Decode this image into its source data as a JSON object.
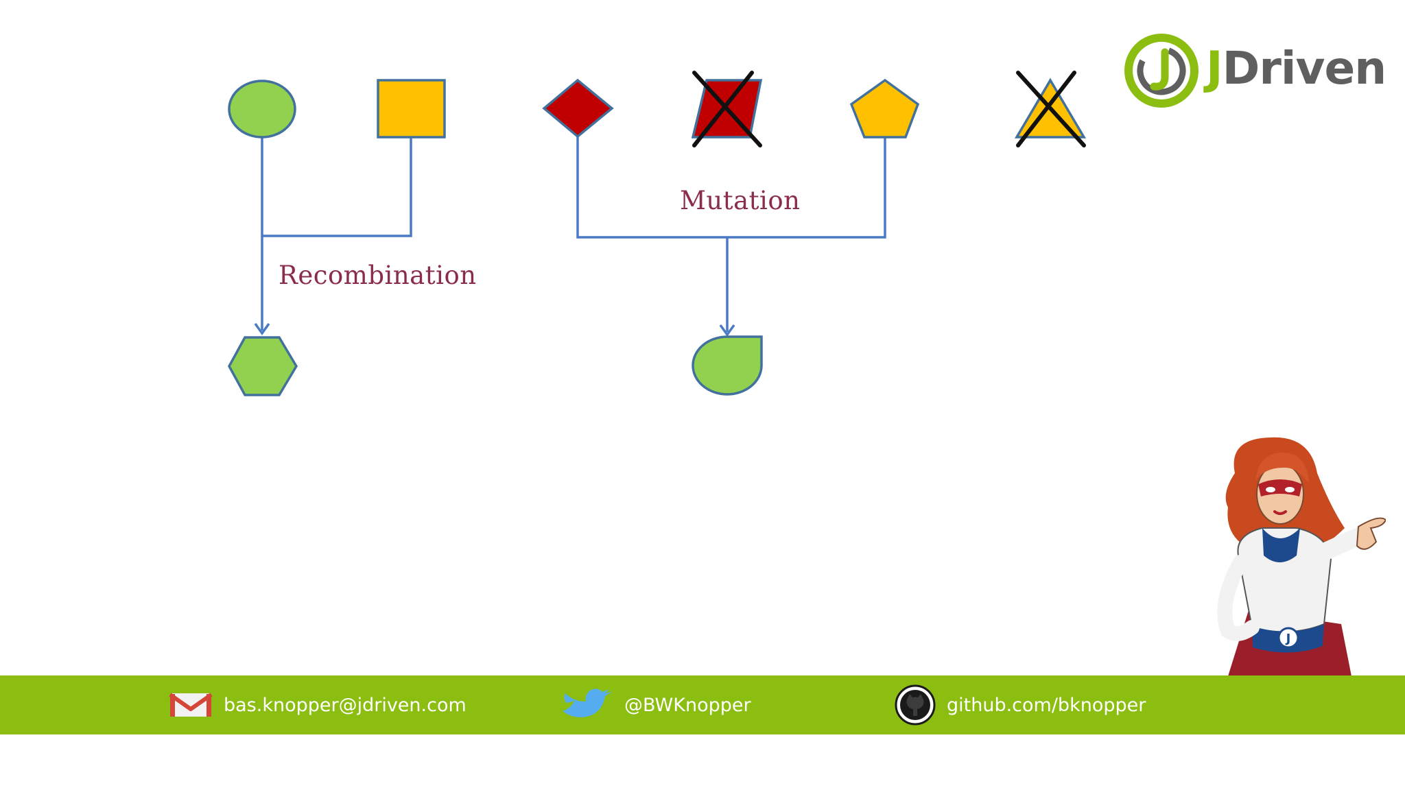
{
  "slide": {
    "labels": {
      "recombination": "Recombination",
      "mutation": "Mutation"
    },
    "shapes": {
      "parent_a": {
        "shape": "circle",
        "color": "#92d050"
      },
      "parent_b": {
        "shape": "square",
        "color": "#ffc000"
      },
      "child_recombination": {
        "shape": "hexagon",
        "color": "#92d050"
      },
      "parent_c": {
        "shape": "diamond",
        "color": "#c00000"
      },
      "discarded_parallelogram": {
        "shape": "parallelogram",
        "color": "#c00000",
        "crossed_out": true
      },
      "parent_d": {
        "shape": "pentagon",
        "color": "#ffc000"
      },
      "discarded_triangle": {
        "shape": "triangle",
        "color": "#ffc000",
        "crossed_out": true
      },
      "child_mutation": {
        "shape": "teardrop",
        "color": "#92d050"
      }
    },
    "outline_color": "#41719c",
    "connector_color": "#4a7ac4",
    "label_color": "#8a2c4a"
  },
  "brand": {
    "name_prefix": "J",
    "name_rest": "Driven",
    "prefix_color": "#8cbe12",
    "rest_color": "#5f5f5f"
  },
  "footer": {
    "background": "#8cbe12",
    "email": {
      "icon": "gmail-icon",
      "text": "bas.knopper@jdriven.com"
    },
    "twitter": {
      "icon": "twitter-bird-icon",
      "text": "@BWKnopper"
    },
    "github": {
      "icon": "github-octocat-icon",
      "text": "github.com/bknopper"
    }
  },
  "mascot": {
    "icon": "superhero-mascot",
    "letter": "J"
  }
}
